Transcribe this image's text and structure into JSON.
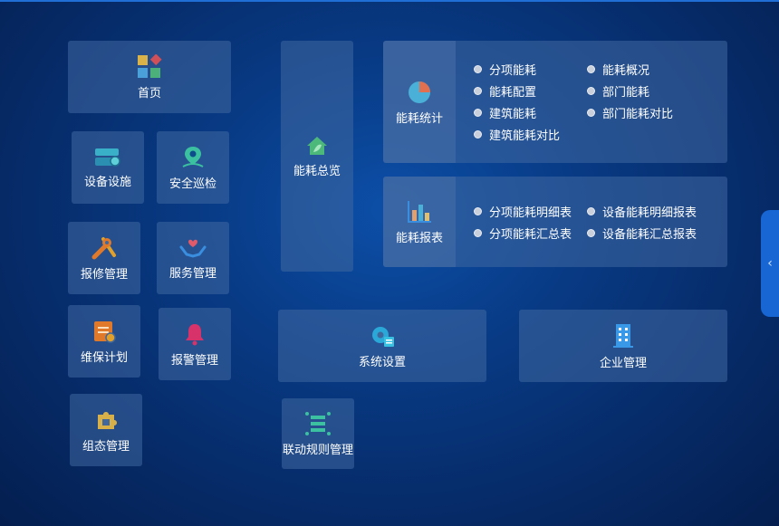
{
  "tiles": {
    "home": "首页",
    "facility": "设备设施",
    "patrol": "安全巡检",
    "repair": "报修管理",
    "service": "服务管理",
    "maintenance": "维保计划",
    "alarm": "报警管理",
    "config": "组态管理",
    "energy_overview": "能耗总览",
    "system_settings": "系统设置",
    "enterprise": "企业管理",
    "linkage_rules": "联动规则管理"
  },
  "energy_stats": {
    "title": "能耗统计",
    "items": [
      "分项能耗",
      "能耗配置",
      "建筑能耗",
      "建筑能耗对比",
      "能耗概况",
      "部门能耗",
      "部门能耗对比"
    ]
  },
  "energy_report": {
    "title": "能耗报表",
    "items": [
      "分项能耗明细表",
      "分项能耗汇总表",
      "设备能耗明细报表",
      "设备能耗汇总报表"
    ]
  },
  "sidebar_toggle": {
    "glyph": "‹"
  },
  "colors": {
    "accent": "#1766d4",
    "background": "#083a84"
  }
}
